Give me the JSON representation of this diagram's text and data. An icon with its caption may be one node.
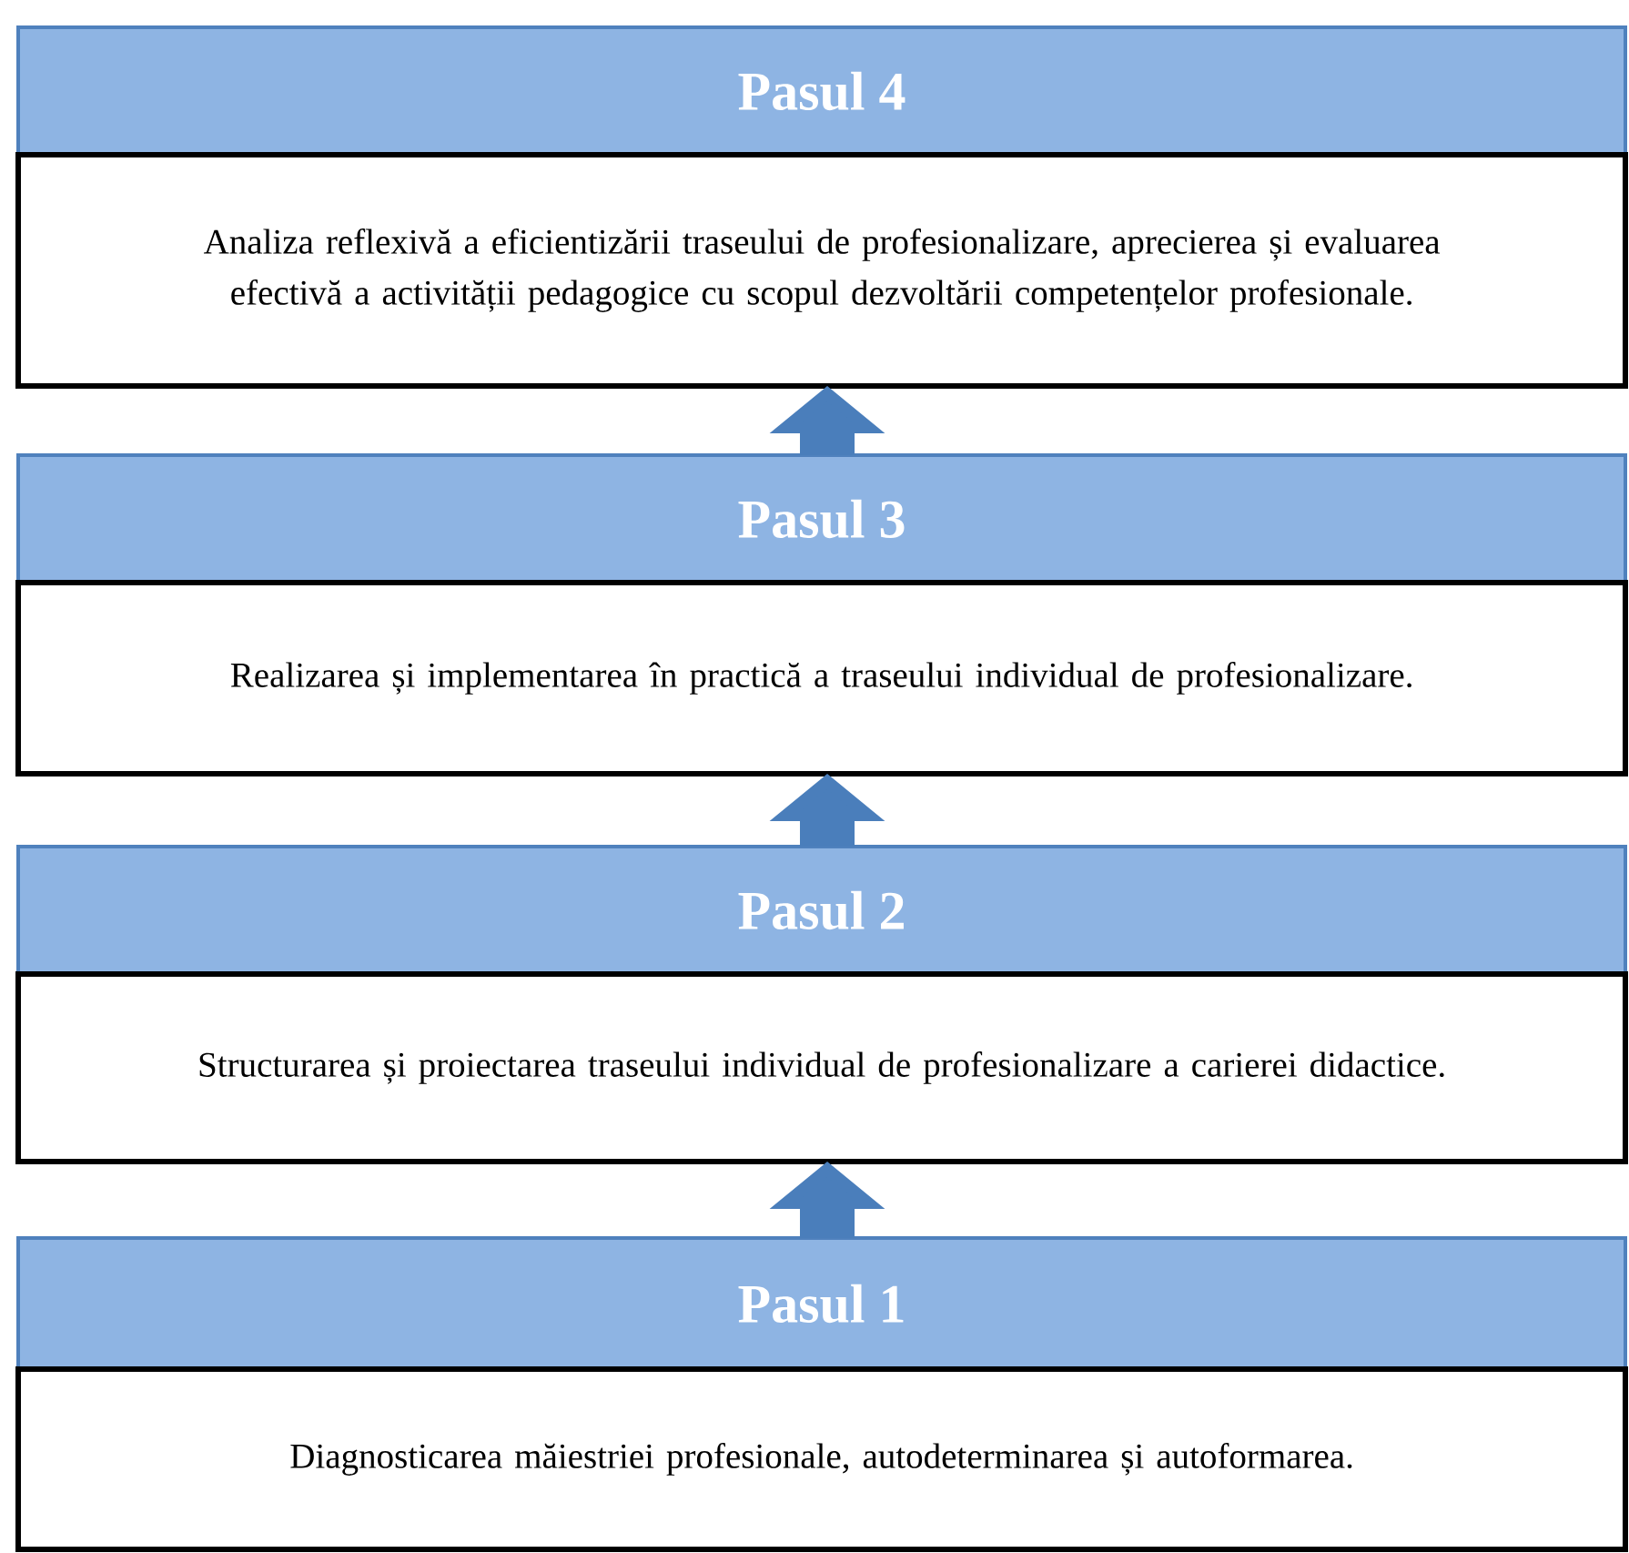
{
  "diagram": {
    "nodes": [
      {
        "text": [
          "Pasul 4"
        ]
      },
      {
        "text": [
          "Analiza reflexivă a eficientizării traseului de profesionalizare, aprecierea și evaluarea efectivă a activității pedagogice cu scopul dezvoltării competențelor profesionale."
        ]
      },
      {
        "text": [
          "Pasul 3"
        ]
      },
      {
        "text": [
          "Realizarea și implementarea în practică a traseului individual de profesionalizare."
        ]
      },
      {
        "text": [
          "Pasul 2"
        ]
      },
      {
        "text": [
          "Structurarea și proiectarea traseului individual de profesionalizare a carierei didactice."
        ]
      },
      {
        "text": [
          "Pasul 1"
        ]
      },
      {
        "text": [
          "Diagnosticarea măiestriei profesionale, autodeterminarea și autoformarea."
        ]
      }
    ],
    "edges": [
      {
        "from": 6,
        "to": 5,
        "arrow": "to"
      },
      {
        "from": 4,
        "to": 3,
        "arrow": "to"
      },
      {
        "from": 2,
        "to": 1,
        "arrow": "to"
      }
    ]
  }
}
